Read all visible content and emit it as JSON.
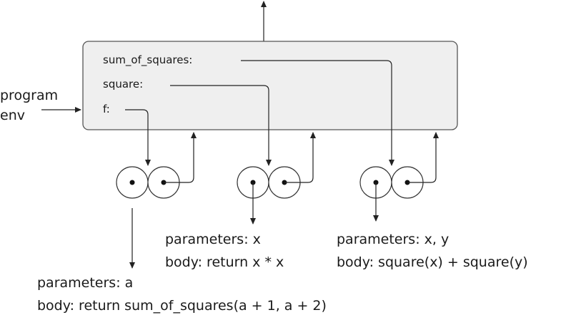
{
  "global_frame": {
    "bindings": [
      {
        "name": "sum_of_squares:"
      },
      {
        "name": "square:"
      },
      {
        "name": "f:"
      }
    ]
  },
  "env_label": {
    "line1": "program",
    "line2": "env"
  },
  "functions": [
    {
      "params": "parameters: a",
      "body": "body: return sum_of_squares(a + 1, a + 2)"
    },
    {
      "params": "parameters: x",
      "body": "body: return x * x"
    },
    {
      "params": "parameters: x, y",
      "body": "body: square(x) + square(y)"
    }
  ],
  "colors": {
    "frame_fill": "#efefef",
    "frame_stroke": "#555555",
    "line": "#222222"
  }
}
